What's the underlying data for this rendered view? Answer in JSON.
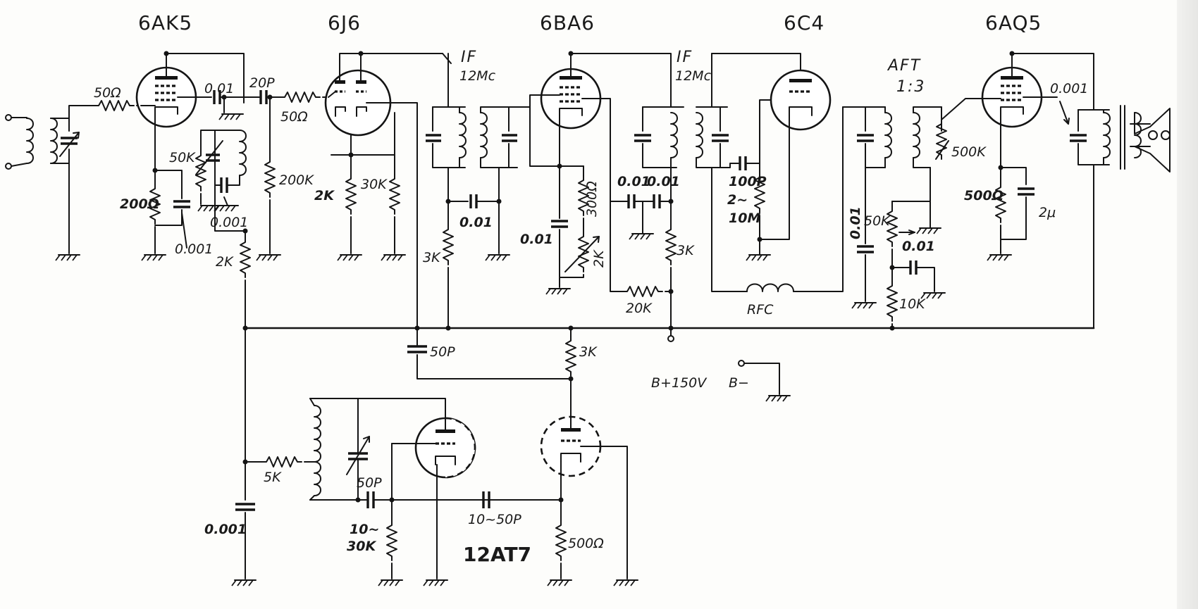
{
  "tubes": {
    "v1": "6AK5",
    "v2": "6J6",
    "v3": "6BA6",
    "v4": "6C4",
    "v5": "6AQ5",
    "osc": "12AT7"
  },
  "labels": {
    "r_in": "50Ω",
    "c_coupling1": "0.01",
    "c_20p": "20P",
    "r_50": "50Ω",
    "r_50k": "50K",
    "r_200": "200Ω",
    "c_001a": "0.001",
    "c_001b": "0.001",
    "r_200k": "200K",
    "r_2k_a": "2K",
    "r_30k": "30K",
    "r_2k_b": "2K",
    "if1": "IF",
    "if1_freq": "12Mc",
    "c_001c": "0.01",
    "r_3k_a": "3K",
    "if2": "IF",
    "if2_freq": "12Mc",
    "c_001d": "0.01",
    "r_300": "300Ω",
    "r_2k_c": "2K",
    "c_001e": "0.01",
    "c_001f": "0.01",
    "r_3k_b": "3K",
    "r_20k": "20K",
    "c_100p": "100P",
    "r_2_10m_a": "2~",
    "r_2_10m_b": "10M",
    "rfc": "RFC",
    "aft": "AFT",
    "aft_ratio": "1:3",
    "c_001g": "0.01",
    "r_50k_b": "50K",
    "c_001h": "0.01",
    "r_10k": "10K",
    "r_500k": "500K",
    "c_0001": "0.001",
    "r_500": "500Ω",
    "c_2u": "2μ",
    "c_50p": "50P",
    "r_3k_c": "3K",
    "b_plus": "B+150V",
    "b_minus": "B−",
    "r_5k": "5K",
    "c_50p_b": "50P",
    "c_10_50p": "10~50P",
    "r_10_30k_a": "10~",
    "r_10_30k_b": "30K",
    "r_500_b": "500Ω",
    "c_0001_b": "0.001"
  }
}
